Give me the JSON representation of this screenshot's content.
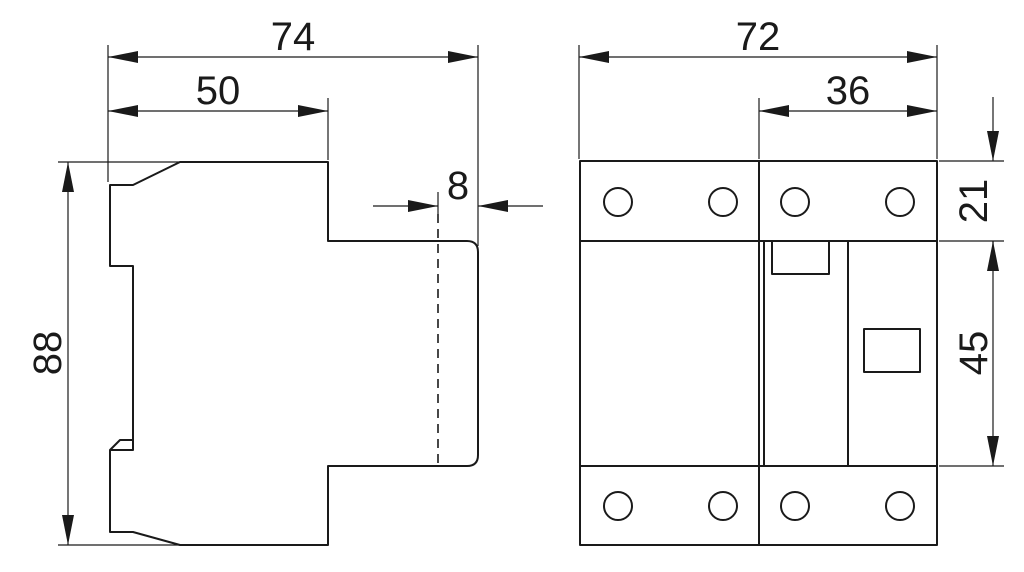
{
  "side_view": {
    "depth_total": "74",
    "depth_front": "50",
    "front_offset": "8",
    "height": "88"
  },
  "front_view": {
    "width_total": "72",
    "width_half": "36",
    "terminal_height": "21",
    "front_height": "45"
  },
  "colors": {
    "line": "#1a1a1a",
    "background": "#ffffff"
  }
}
